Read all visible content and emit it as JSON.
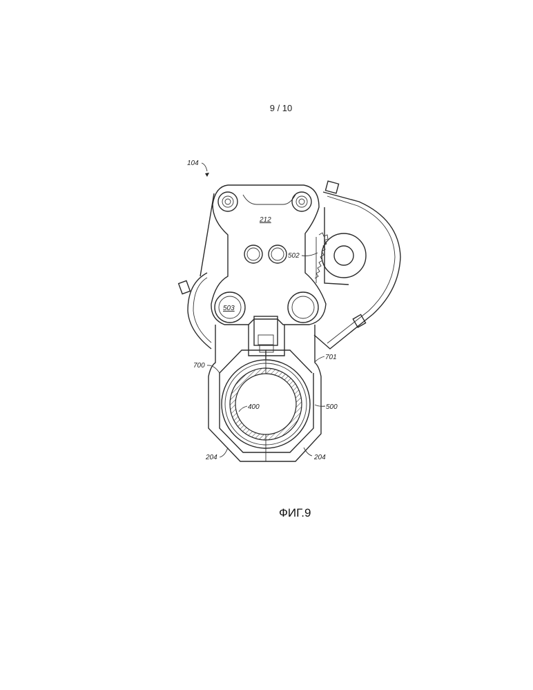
{
  "page_number": "9 / 10",
  "figure_caption": "ФИГ.9",
  "labels": {
    "assembly": "104",
    "plate": "212",
    "gear": "502",
    "pivot": "503",
    "left_jaw": "700",
    "right_jaw": "701",
    "pipe": "400",
    "ring": "500",
    "bottom_left": "204",
    "bottom_right": "204"
  }
}
